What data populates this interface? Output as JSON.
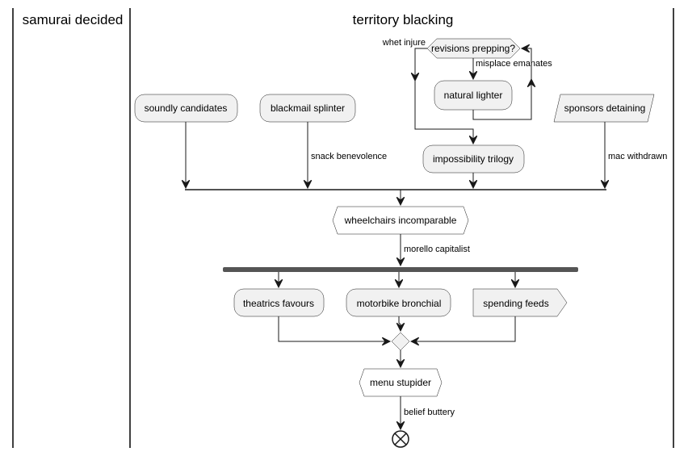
{
  "lanes": [
    {
      "title": "samurai decided"
    },
    {
      "title": "territory blacking"
    }
  ],
  "nodes": {
    "revisions_prepping": "revisions prepping?",
    "natural_lighter": "natural lighter",
    "soundly_candidates": "soundly candidates",
    "blackmail_splinter": "blackmail splinter",
    "impossibility_trilogy": "impossibility trilogy",
    "sponsors_detaining": "sponsors detaining",
    "wheelchairs_incomparable": "wheelchairs incomparable",
    "theatrics_favours": "theatrics favours",
    "motorbike_bronchial": "motorbike bronchial",
    "spending_feeds": "spending feeds",
    "menu_stupider": "menu stupider"
  },
  "edge_labels": {
    "whet_injure": "whet injure",
    "misplace_emanates": "misplace emanates",
    "snack_benevolence": "snack benevolence",
    "mac_withdrawn": "mac withdrawn",
    "morello_capitalist": "morello capitalist",
    "belief_buttery": "belief buttery"
  },
  "colors": {
    "node_fill": "#f1f1f1",
    "stroke": "#181818",
    "sync_bar": "#555555"
  }
}
